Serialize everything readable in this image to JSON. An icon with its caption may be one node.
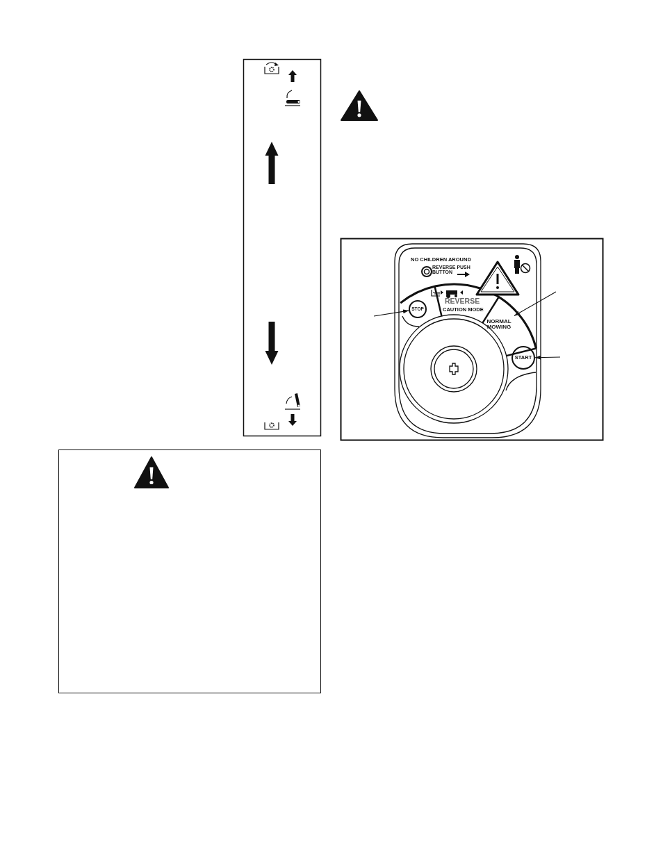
{
  "diagram": {
    "nodes": [
      {
        "text": [
          "STOP"
        ]
      },
      {
        "text": [
          "NORMAL MOWING"
        ]
      },
      {
        "text": [
          "START"
        ]
      }
    ],
    "edges": [
      {
        "from": null,
        "to": 0,
        "arrow": "to"
      },
      {
        "from": null,
        "to": 1,
        "arrow": "to"
      },
      {
        "from": null,
        "to": 2,
        "arrow": "to"
      }
    ],
    "labels": [
      "NO CHILDREN AROUND",
      "REVERSE PUSH BUTTON",
      "REVERSE",
      "CAUTION MODE"
    ]
  }
}
